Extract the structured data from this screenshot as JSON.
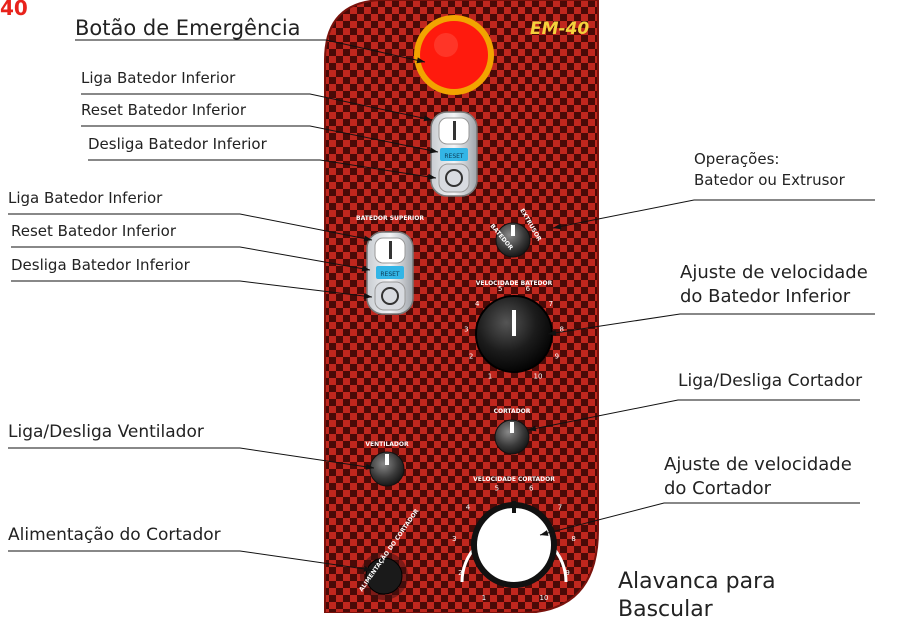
{
  "corner_tag": "40",
  "panel": {
    "model": "EM-40",
    "colors": {
      "panel_red": "#c0271e",
      "panel_dark": "#5a0e0a",
      "accent_yellow": "#f4d23c",
      "emergency_red": "#ff1a0d",
      "emergency_ring": "#f2a400"
    },
    "group1_title": "",
    "group2_title": "BATEDOR SUPERIOR",
    "selector_left": "BATEDOR",
    "selector_right": "EXTRUSOR",
    "speed_batedor_title": "VELOCIDADE BATEDOR",
    "speed_batedor_ticks": [
      "1",
      "2",
      "3",
      "4",
      "5",
      "6",
      "7",
      "8",
      "9",
      "10"
    ],
    "cortador_label": "CORTADOR",
    "ventilador_label": "VENTILADOR",
    "speed_cortador_title": "VELOCIDADE CORTADOR",
    "speed_cortador_ticks": [
      "1",
      "2",
      "3",
      "4",
      "5",
      "6",
      "7",
      "8",
      "9",
      "10"
    ],
    "alimentacao_label": "ALIMENTAÇÃO DO CORTADOR",
    "reset_display": "RESET"
  },
  "labels": {
    "emergencia": "Botão de Emergência",
    "g1_liga": "Liga Batedor Inferior",
    "g1_reset": "Reset Batedor Inferior",
    "g1_desliga": "Desliga Batedor Inferior",
    "operacoes_l1": "Operações:",
    "operacoes_l2": "Batedor ou Extrusor",
    "g2_liga": "Liga Batedor Inferior",
    "g2_reset": "Reset Batedor Inferior",
    "g2_desliga": "Desliga Batedor Inferior",
    "ajuste_bat_l1": "Ajuste de velocidade",
    "ajuste_bat_l2": "do Batedor Inferior",
    "cortador": "Liga/Desliga Cortador",
    "ventilador": "Liga/Desliga Ventilador",
    "ajuste_cort_l1": "Ajuste de velocidade",
    "ajuste_cort_l2": "do Cortador",
    "alimentacao": "Alimentação do Cortador",
    "alavanca_l1": "Alavanca para",
    "alavanca_l2": "Bascular"
  }
}
